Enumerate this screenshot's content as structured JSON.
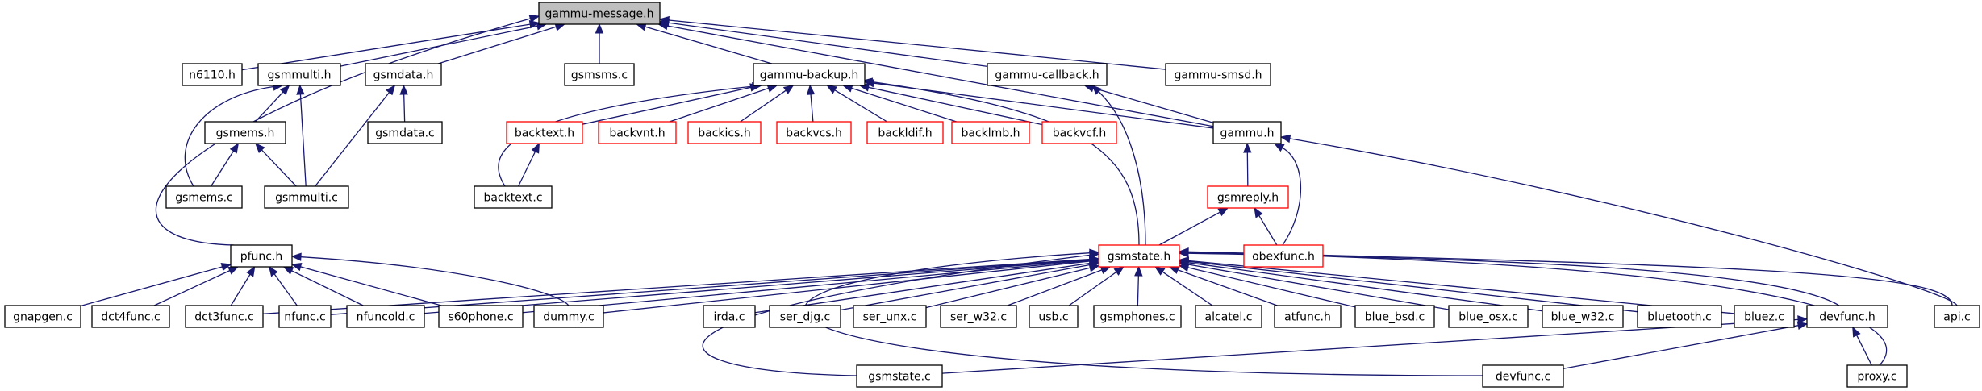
{
  "colors": {
    "edge": "#191970",
    "border_default": "#000000",
    "border_incomplete": "#ff0000",
    "fill_default": "#ffffff",
    "fill_root": "#bfbfbf"
  },
  "nodes": [
    {
      "id": "gammu-message-h",
      "label": "gammu-message.h",
      "style": "root"
    },
    {
      "id": "n6110-h",
      "label": "n6110.h",
      "style": "default"
    },
    {
      "id": "gsmmulti-h",
      "label": "gsmmulti.h",
      "style": "default"
    },
    {
      "id": "gsmdata-h",
      "label": "gsmdata.h",
      "style": "default"
    },
    {
      "id": "gsmsms-c",
      "label": "gsmsms.c",
      "style": "default"
    },
    {
      "id": "gammu-backup-h",
      "label": "gammu-backup.h",
      "style": "default"
    },
    {
      "id": "gammu-callback-h",
      "label": "gammu-callback.h",
      "style": "default"
    },
    {
      "id": "gammu-smsd-h",
      "label": "gammu-smsd.h",
      "style": "default"
    },
    {
      "id": "gsmems-h",
      "label": "gsmems.h",
      "style": "default"
    },
    {
      "id": "gsmdata-c",
      "label": "gsmdata.c",
      "style": "default"
    },
    {
      "id": "backtext-h",
      "label": "backtext.h",
      "style": "incomplete"
    },
    {
      "id": "backvnt-h",
      "label": "backvnt.h",
      "style": "incomplete"
    },
    {
      "id": "backics-h",
      "label": "backics.h",
      "style": "incomplete"
    },
    {
      "id": "backvcs-h",
      "label": "backvcs.h",
      "style": "incomplete"
    },
    {
      "id": "backldif-h",
      "label": "backldif.h",
      "style": "incomplete"
    },
    {
      "id": "backlmb-h",
      "label": "backlmb.h",
      "style": "incomplete"
    },
    {
      "id": "backvcf-h",
      "label": "backvcf.h",
      "style": "incomplete"
    },
    {
      "id": "gammu-h",
      "label": "gammu.h",
      "style": "default"
    },
    {
      "id": "gsmems-c",
      "label": "gsmems.c",
      "style": "default"
    },
    {
      "id": "gsmmulti-c",
      "label": "gsmmulti.c",
      "style": "default"
    },
    {
      "id": "backtext-c",
      "label": "backtext.c",
      "style": "default"
    },
    {
      "id": "gsmreply-h",
      "label": "gsmreply.h",
      "style": "incomplete"
    },
    {
      "id": "pfunc-h",
      "label": "pfunc.h",
      "style": "default"
    },
    {
      "id": "gsmstate-h",
      "label": "gsmstate.h",
      "style": "incomplete"
    },
    {
      "id": "obexfunc-h",
      "label": "obexfunc.h",
      "style": "incomplete"
    },
    {
      "id": "gnapgen-c",
      "label": "gnapgen.c",
      "style": "default"
    },
    {
      "id": "dct4func-c",
      "label": "dct4func.c",
      "style": "default"
    },
    {
      "id": "dct3func-c",
      "label": "dct3func.c",
      "style": "default"
    },
    {
      "id": "nfunc-c",
      "label": "nfunc.c",
      "style": "default"
    },
    {
      "id": "nfuncold-c",
      "label": "nfuncold.c",
      "style": "default"
    },
    {
      "id": "s60phone-c",
      "label": "s60phone.c",
      "style": "default"
    },
    {
      "id": "dummy-c",
      "label": "dummy.c",
      "style": "default"
    },
    {
      "id": "irda-c",
      "label": "irda.c",
      "style": "default"
    },
    {
      "id": "ser-djg-c",
      "label": "ser_djg.c",
      "style": "default"
    },
    {
      "id": "ser-unx-c",
      "label": "ser_unx.c",
      "style": "default"
    },
    {
      "id": "ser-w32-c",
      "label": "ser_w32.c",
      "style": "default"
    },
    {
      "id": "usb-c",
      "label": "usb.c",
      "style": "default"
    },
    {
      "id": "gsmphones-c",
      "label": "gsmphones.c",
      "style": "default"
    },
    {
      "id": "alcatel-c",
      "label": "alcatel.c",
      "style": "default"
    },
    {
      "id": "atfunc-h",
      "label": "atfunc.h",
      "style": "default"
    },
    {
      "id": "blue-bsd-c",
      "label": "blue_bsd.c",
      "style": "default"
    },
    {
      "id": "blue-osx-c",
      "label": "blue_osx.c",
      "style": "default"
    },
    {
      "id": "blue-w32-c",
      "label": "blue_w32.c",
      "style": "default"
    },
    {
      "id": "bluetooth-c",
      "label": "bluetooth.c",
      "style": "default"
    },
    {
      "id": "bluez-c",
      "label": "bluez.c",
      "style": "default"
    },
    {
      "id": "devfunc-h",
      "label": "devfunc.h",
      "style": "default"
    },
    {
      "id": "api-c",
      "label": "api.c",
      "style": "default"
    },
    {
      "id": "gsmstate-c",
      "label": "gsmstate.c",
      "style": "default"
    },
    {
      "id": "devfunc-c",
      "label": "devfunc.c",
      "style": "default"
    },
    {
      "id": "proxy-c",
      "label": "proxy.c",
      "style": "default"
    }
  ],
  "edges": [
    [
      "n6110-h",
      "gammu-message-h"
    ],
    [
      "gsmmulti-h",
      "gammu-message-h"
    ],
    [
      "gsmdata-h",
      "gammu-message-h"
    ],
    [
      "gsmsms-c",
      "gammu-message-h"
    ],
    [
      "gammu-backup-h",
      "gammu-message-h"
    ],
    [
      "gammu-callback-h",
      "gammu-message-h"
    ],
    [
      "gammu-smsd-h",
      "gammu-message-h"
    ],
    [
      "gammu-h",
      "gammu-message-h"
    ],
    [
      "pfunc-h",
      "gammu-message-h"
    ],
    [
      "gsmems-h",
      "gsmmulti-h"
    ],
    [
      "gsmems-c",
      "gsmmulti-h"
    ],
    [
      "gsmmulti-c",
      "gsmmulti-h"
    ],
    [
      "gsmdata-c",
      "gsmdata-h"
    ],
    [
      "gsmmulti-c",
      "gsmdata-h"
    ],
    [
      "gsmems-c",
      "gsmems-h"
    ],
    [
      "gsmmulti-c",
      "gsmems-h"
    ],
    [
      "backtext-h",
      "gammu-backup-h"
    ],
    [
      "backvnt-h",
      "gammu-backup-h"
    ],
    [
      "backics-h",
      "gammu-backup-h"
    ],
    [
      "backvcs-h",
      "gammu-backup-h"
    ],
    [
      "backldif-h",
      "gammu-backup-h"
    ],
    [
      "backlmb-h",
      "gammu-backup-h"
    ],
    [
      "backvcf-h",
      "gammu-backup-h"
    ],
    [
      "gammu-h",
      "gammu-backup-h"
    ],
    [
      "backtext-c",
      "gammu-backup-h"
    ],
    [
      "gsmstate-h",
      "gammu-backup-h"
    ],
    [
      "backtext-c",
      "backtext-h"
    ],
    [
      "gammu-h",
      "gammu-callback-h"
    ],
    [
      "gsmstate-h",
      "gammu-callback-h"
    ],
    [
      "gsmreply-h",
      "gammu-h"
    ],
    [
      "obexfunc-h",
      "gammu-h"
    ],
    [
      "api-c",
      "gammu-h"
    ],
    [
      "gsmstate-h",
      "gsmreply-h"
    ],
    [
      "obexfunc-h",
      "gsmreply-h"
    ],
    [
      "gnapgen-c",
      "pfunc-h"
    ],
    [
      "dct4func-c",
      "pfunc-h"
    ],
    [
      "dct3func-c",
      "pfunc-h"
    ],
    [
      "nfunc-c",
      "pfunc-h"
    ],
    [
      "nfuncold-c",
      "pfunc-h"
    ],
    [
      "s60phone-c",
      "pfunc-h"
    ],
    [
      "dummy-c",
      "pfunc-h"
    ],
    [
      "dct3func-c",
      "gsmstate-h"
    ],
    [
      "nfunc-c",
      "gsmstate-h"
    ],
    [
      "nfuncold-c",
      "gsmstate-h"
    ],
    [
      "s60phone-c",
      "gsmstate-h"
    ],
    [
      "dummy-c",
      "gsmstate-h"
    ],
    [
      "irda-c",
      "gsmstate-h"
    ],
    [
      "ser-djg-c",
      "gsmstate-h"
    ],
    [
      "ser-unx-c",
      "gsmstate-h"
    ],
    [
      "ser-w32-c",
      "gsmstate-h"
    ],
    [
      "usb-c",
      "gsmstate-h"
    ],
    [
      "gsmphones-c",
      "gsmstate-h"
    ],
    [
      "alcatel-c",
      "gsmstate-h"
    ],
    [
      "atfunc-h",
      "gsmstate-h"
    ],
    [
      "blue-bsd-c",
      "gsmstate-h"
    ],
    [
      "blue-osx-c",
      "gsmstate-h"
    ],
    [
      "blue-w32-c",
      "gsmstate-h"
    ],
    [
      "bluetooth-c",
      "gsmstate-h"
    ],
    [
      "bluez-c",
      "gsmstate-h"
    ],
    [
      "devfunc-h",
      "gsmstate-h"
    ],
    [
      "api-c",
      "gsmstate-h"
    ],
    [
      "gsmstate-c",
      "gsmstate-h"
    ],
    [
      "devfunc-c",
      "gsmstate-h"
    ],
    [
      "proxy-c",
      "gsmstate-h"
    ],
    [
      "gsmstate-c",
      "devfunc-h"
    ],
    [
      "devfunc-c",
      "devfunc-h"
    ],
    [
      "proxy-c",
      "devfunc-h"
    ]
  ]
}
